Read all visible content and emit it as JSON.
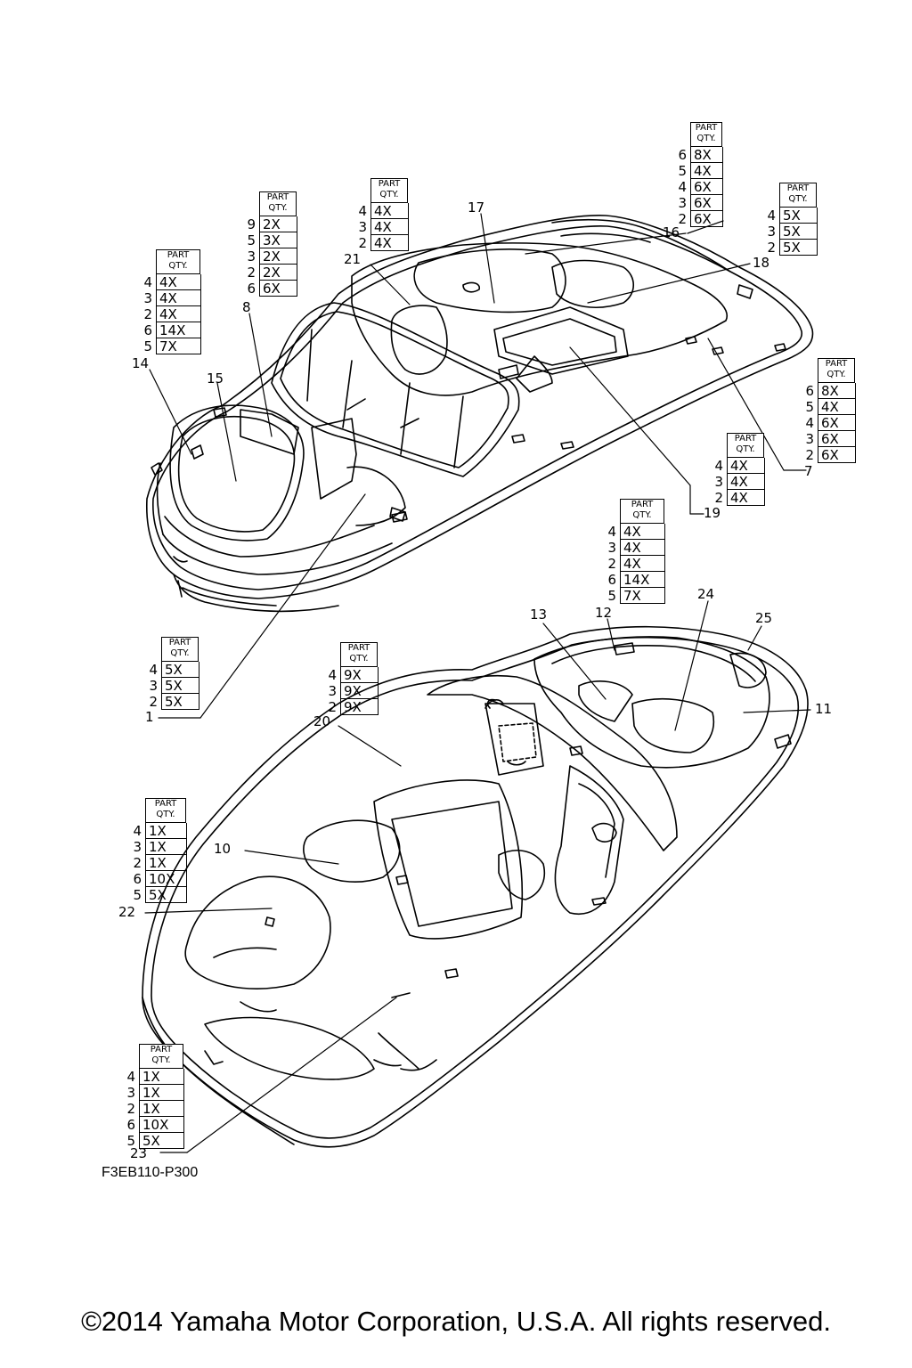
{
  "diagram": {
    "figure_code": "F3EB110-P300",
    "copyright": "©2014 Yamaha Motor Corporation, U.S.A. All rights reserved.",
    "table_header_line1": "PART",
    "table_header_line2": "QTY.",
    "callouts": [
      "1",
      "7",
      "8",
      "10",
      "11",
      "12",
      "13",
      "14",
      "15",
      "16",
      "17",
      "18",
      "19",
      "20",
      "21",
      "22",
      "23",
      "24",
      "25"
    ],
    "tables": [
      {
        "rows": [
          {
            "part": "6",
            "qty": "8X"
          },
          {
            "part": "5",
            "qty": "4X"
          },
          {
            "part": "4",
            "qty": "6X"
          },
          {
            "part": "3",
            "qty": "6X"
          },
          {
            "part": "2",
            "qty": "6X"
          }
        ]
      },
      {
        "rows": [
          {
            "part": "4",
            "qty": "5X"
          },
          {
            "part": "3",
            "qty": "5X"
          },
          {
            "part": "2",
            "qty": "5X"
          }
        ]
      },
      {
        "rows": [
          {
            "part": "4",
            "qty": "4X"
          },
          {
            "part": "3",
            "qty": "4X"
          },
          {
            "part": "2",
            "qty": "4X"
          }
        ]
      },
      {
        "rows": [
          {
            "part": "9",
            "qty": "2X"
          },
          {
            "part": "5",
            "qty": "3X"
          },
          {
            "part": "3",
            "qty": "2X"
          },
          {
            "part": "2",
            "qty": "2X"
          },
          {
            "part": "6",
            "qty": "6X"
          }
        ]
      },
      {
        "rows": [
          {
            "part": "4",
            "qty": "4X"
          },
          {
            "part": "3",
            "qty": "4X"
          },
          {
            "part": "2",
            "qty": "4X"
          },
          {
            "part": "6",
            "qty": "14X"
          },
          {
            "part": "5",
            "qty": "7X"
          }
        ]
      },
      {
        "rows": [
          {
            "part": "6",
            "qty": "8X"
          },
          {
            "part": "5",
            "qty": "4X"
          },
          {
            "part": "4",
            "qty": "6X"
          },
          {
            "part": "3",
            "qty": "6X"
          },
          {
            "part": "2",
            "qty": "6X"
          }
        ]
      },
      {
        "rows": [
          {
            "part": "4",
            "qty": "4X"
          },
          {
            "part": "3",
            "qty": "4X"
          },
          {
            "part": "2",
            "qty": "4X"
          }
        ]
      },
      {
        "rows": [
          {
            "part": "4",
            "qty": "4X"
          },
          {
            "part": "3",
            "qty": "4X"
          },
          {
            "part": "2",
            "qty": "4X"
          },
          {
            "part": "6",
            "qty": "14X"
          },
          {
            "part": "5",
            "qty": "7X"
          }
        ]
      },
      {
        "rows": [
          {
            "part": "4",
            "qty": "5X"
          },
          {
            "part": "3",
            "qty": "5X"
          },
          {
            "part": "2",
            "qty": "5X"
          }
        ]
      },
      {
        "rows": [
          {
            "part": "4",
            "qty": "9X"
          },
          {
            "part": "3",
            "qty": "9X"
          },
          {
            "part": "2",
            "qty": "9X"
          }
        ]
      },
      {
        "rows": [
          {
            "part": "4",
            "qty": "1X"
          },
          {
            "part": "3",
            "qty": "1X"
          },
          {
            "part": "2",
            "qty": "1X"
          },
          {
            "part": "6",
            "qty": "10X"
          },
          {
            "part": "5",
            "qty": "5X"
          }
        ]
      },
      {
        "rows": [
          {
            "part": "4",
            "qty": "1X"
          },
          {
            "part": "3",
            "qty": "1X"
          },
          {
            "part": "2",
            "qty": "1X"
          },
          {
            "part": "6",
            "qty": "10X"
          },
          {
            "part": "5",
            "qty": "5X"
          }
        ]
      }
    ]
  }
}
